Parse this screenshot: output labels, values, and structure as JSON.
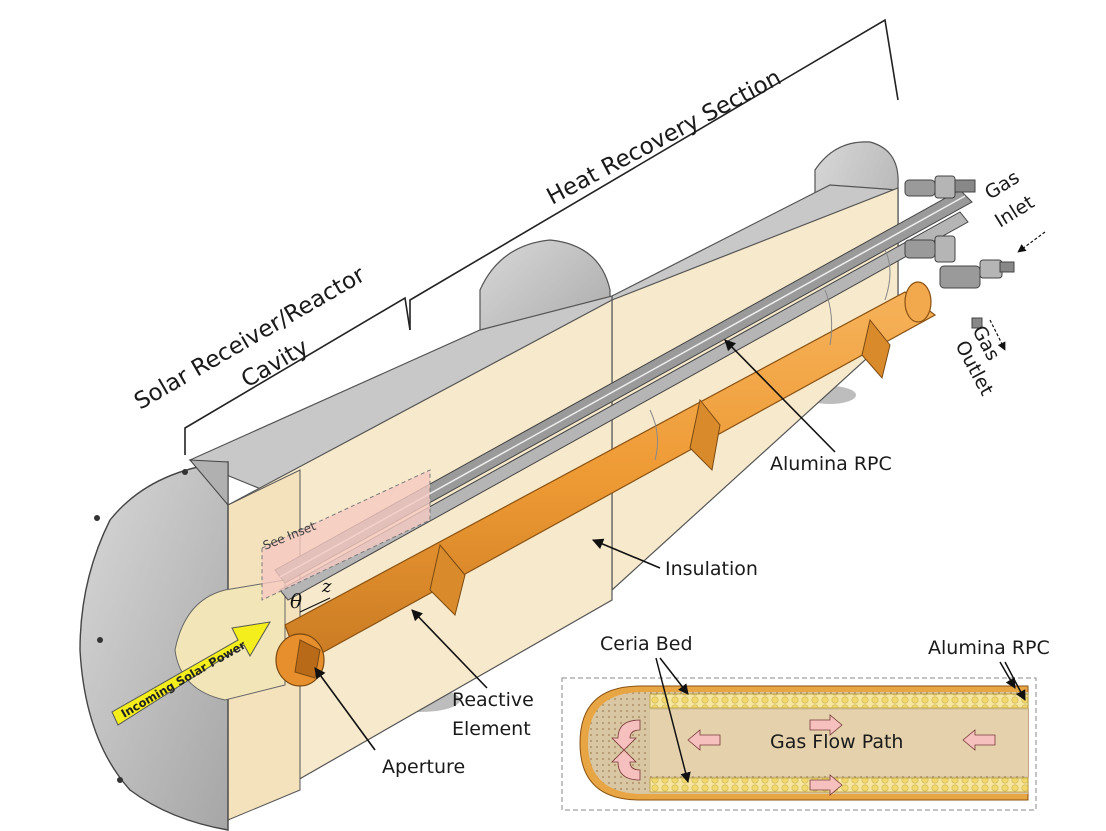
{
  "labels": {
    "heat_recovery": "Heat Recovery Section",
    "solar_receiver_line1": "Solar Receiver/Reactor",
    "solar_receiver_line2": "Cavity",
    "gas_inlet_line1": "Gas",
    "gas_inlet_line2": "Inlet",
    "gas_outlet_line1": "Gas",
    "gas_outlet_line2": "Outlet",
    "alumina_rpc": "Alumina RPC",
    "insulation": "Insulation",
    "see_inset": "See Inset",
    "theta": "θ",
    "z": "z",
    "incoming_solar_power": "Incoming Solar Power",
    "reactive_element_line1": "Reactive",
    "reactive_element_line2": "Element",
    "aperture": "Aperture",
    "inset_ceria_bed": "Ceria Bed",
    "inset_alumina_rpc": "Alumina RPC",
    "inset_gas_flow_path": "Gas Flow Path"
  },
  "colors": {
    "insulation_face": "#f7e9cc",
    "shell_gray": "#b9b9b9",
    "tube_orange": "#f0a040",
    "tube_dark": "#c8741c",
    "solar_arrow": "#f4ef1c",
    "ceria_bed": "#f6e08a",
    "inset_gray": "#c9b89a"
  }
}
